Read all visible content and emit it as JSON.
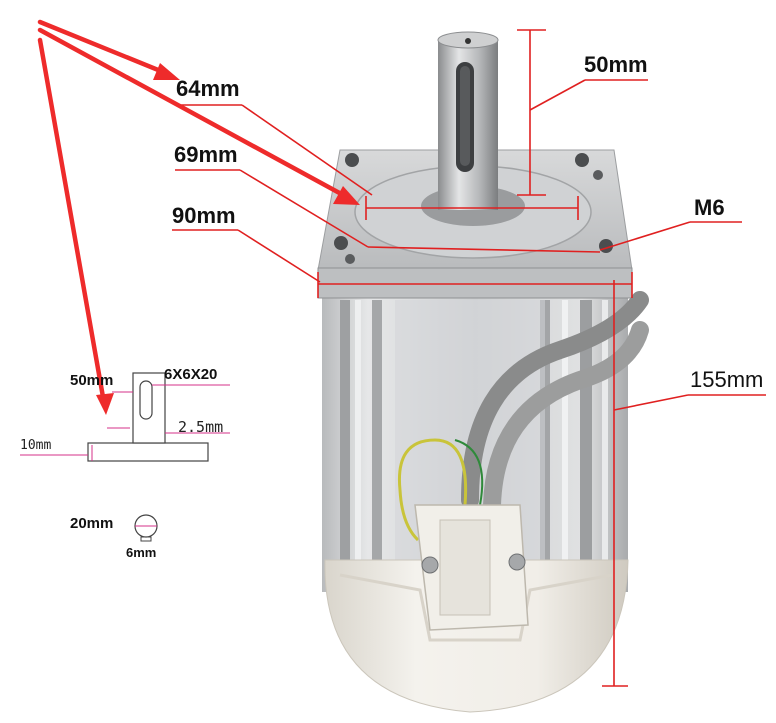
{
  "labels": {
    "shaft_length": "50mm",
    "flange_inner": "64mm",
    "bolt_circle": "69mm",
    "flange_width": "90mm",
    "thread": "M6",
    "body_length": "155mm"
  },
  "shaft_detail": {
    "length": "50mm",
    "key": "6X6X20",
    "shoulder": "2.5mm",
    "base": "10mm",
    "diameter": "20mm",
    "key_width": "6mm"
  },
  "colors": {
    "dimension_line": "#e02020",
    "annotation_arrow": "#ee2b2b",
    "aluminium": "#c9cbcd",
    "plastic_cap": "#efece6",
    "cable": "#8e8f8f"
  }
}
